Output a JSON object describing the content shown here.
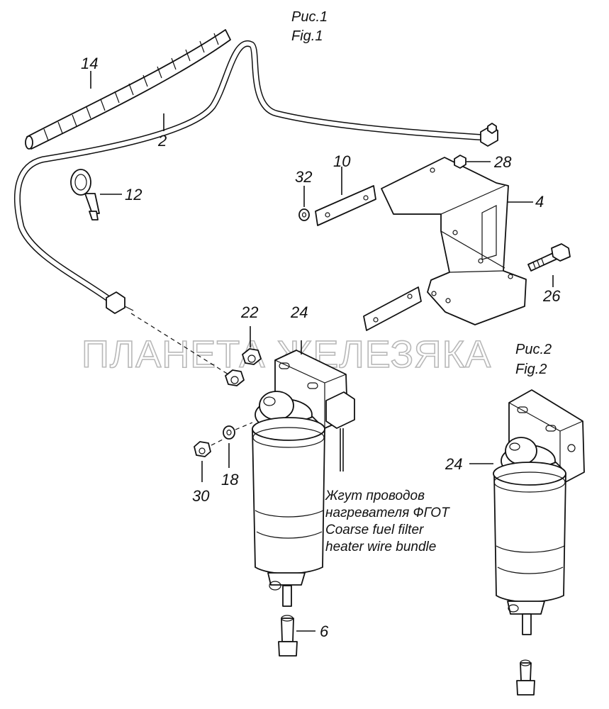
{
  "figures": {
    "fig1_title_ru": "Рис.1",
    "fig1_title_en": "Fig.1",
    "fig2_title_ru": "Рис.2",
    "fig2_title_en": "Fig.2"
  },
  "watermark": "ПЛАНЕТА ЖЕЛЕЗЯКА",
  "callouts": {
    "c14": "14",
    "c2": "2",
    "c12": "12",
    "c32": "32",
    "c10": "10",
    "c28": "28",
    "c4": "4",
    "c26": "26",
    "c22": "22",
    "c24": "24",
    "c18": "18",
    "c30": "30",
    "c6": "6",
    "c24b": "24"
  },
  "caption": {
    "line1": "Жгут проводов",
    "line2": "нагревателя ФГОТ",
    "line3": "Coarse fuel filter",
    "line4": "heater wire bundle"
  }
}
